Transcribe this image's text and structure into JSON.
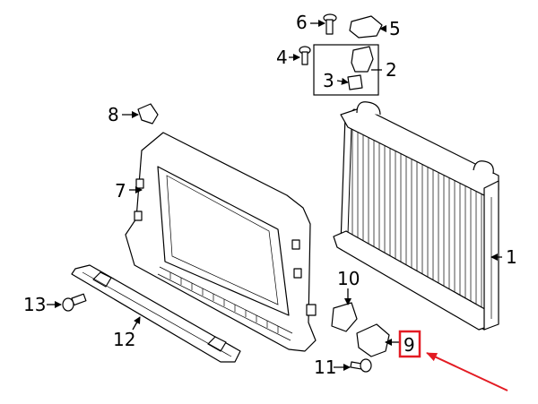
{
  "callouts": [
    {
      "id": "c1",
      "text": "1"
    },
    {
      "id": "c2",
      "text": "2"
    },
    {
      "id": "c3",
      "text": "3"
    },
    {
      "id": "c4",
      "text": "4"
    },
    {
      "id": "c5",
      "text": "5"
    },
    {
      "id": "c6",
      "text": "6"
    },
    {
      "id": "c7",
      "text": "7"
    },
    {
      "id": "c8",
      "text": "8"
    },
    {
      "id": "c9",
      "text": "9"
    },
    {
      "id": "c10",
      "text": "10"
    },
    {
      "id": "c11",
      "text": "11"
    },
    {
      "id": "c12",
      "text": "12"
    },
    {
      "id": "c13",
      "text": "13"
    }
  ],
  "highlight": {
    "callout": "9",
    "color": "#e31b23"
  },
  "arrow_color": "#e31b23"
}
